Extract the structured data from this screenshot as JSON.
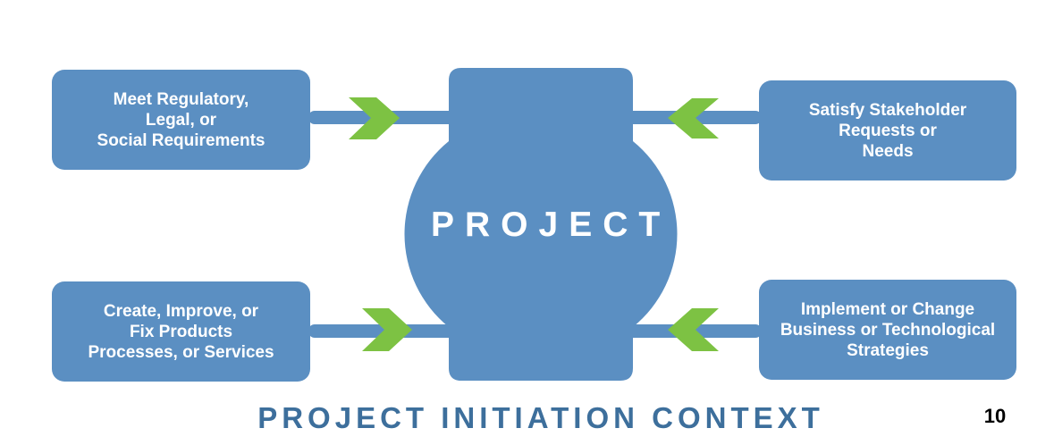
{
  "diagram": {
    "hub": {
      "label": "PROJECT"
    },
    "inputs": {
      "top_left": {
        "lines": [
          "Meet Regulatory,",
          "Legal, or",
          "Social Requirements"
        ]
      },
      "top_right": {
        "lines": [
          "Satisfy Stakeholder",
          "Requests or",
          "Needs"
        ]
      },
      "bottom_left": {
        "lines": [
          "Create, Improve, or",
          "Fix Products",
          "Processes, or Services"
        ]
      },
      "bottom_right": {
        "lines": [
          "Implement or Change",
          "Business or Technological",
          "Strategies"
        ]
      }
    }
  },
  "footer": {
    "title": "PROJECT INITIATION CONTEXT",
    "page_number": "10"
  },
  "colors": {
    "box_fill": "#5b8fc2",
    "arrow_green": "#7dc243",
    "title_blue": "#3d6f9c",
    "text_white": "#ffffff"
  }
}
